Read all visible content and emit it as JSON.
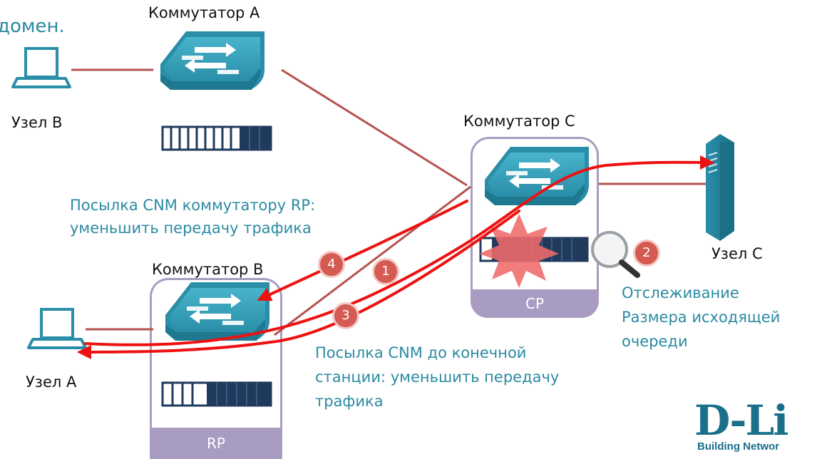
{
  "header_fragment": "домен.",
  "switches": {
    "a": {
      "label": "Коммутатор A"
    },
    "b": {
      "label": "Коммутатор B",
      "role": "RP"
    },
    "c": {
      "label": "Коммутатор C",
      "role": "CP"
    }
  },
  "nodes": {
    "a": {
      "label": "Узел A"
    },
    "b": {
      "label": "Узел B"
    },
    "c": {
      "label": "Узел C"
    }
  },
  "annotations": {
    "cnm_to_rp": [
      "Посылка CNM коммутатору RP:",
      "уменьшить передачу трафика"
    ],
    "cnm_to_end": [
      "Посылка CNM до конечной",
      "станции: уменьшить передачу",
      "трафика"
    ],
    "monitoring": [
      "Отслеживание",
      "Размера исходящей",
      "очереди"
    ]
  },
  "steps": [
    "1",
    "2",
    "3",
    "4"
  ],
  "logo": {
    "brand": "D-Li",
    "tagline": "Building Networ"
  },
  "colors": {
    "teal": "#2a8aa2",
    "link": "#b5524f",
    "flow": "#ee1111",
    "frame": "#a89cc2",
    "queue": "#1f3a5c",
    "badge": "#d45a52"
  }
}
